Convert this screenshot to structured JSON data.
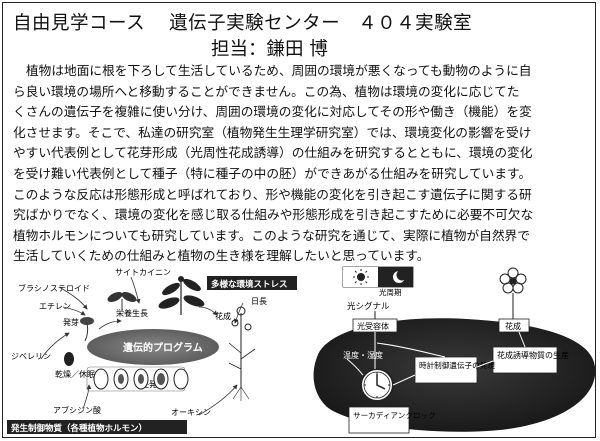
{
  "header": {
    "course": "自由見学コース",
    "center": "遺伝子実験センター",
    "room": "４０４実験室",
    "person": "担当：鎌田 博"
  },
  "paragraph": {
    "lines": [
      "植物は地面に根を下ろして生活しているため、周囲の環境が悪くなっても動物のように自",
      "ら良い環境の場所へと移動することができません。この為、植物は環境の変化に応じてた",
      "くさんの遺伝子を複雑に使い分け、周囲の環境の変化に対応してその形や働き（機能）を変",
      "化させます。そこで、私達の研究室（植物発生生理学研究室）では、環境変化の影響を受け",
      "やすい代表例として花芽形成（光周性花成誘導）の仕組みを研究するとともに、環境の変化",
      "を受け難い代表例として種子（特に種子の中の胚）ができあがる仕組みを研究しています。",
      "このような反応は形態形成と呼ばれており、形や機能の変化を引き起こす遺伝子に関する研",
      "究ばかりでなく、環境の変化を感じ取る仕組みや形態形成を引き起こすために必要不可欠な",
      "植物ホルモンについても研究しています。このような研究を通じて、実際に植物が自然界で",
      "生活していくための仕組みと植物の生き様を理解したいと思っています。"
    ]
  },
  "left_figure": {
    "labels": {
      "brassino": "ブラシノステロイド",
      "cytokinin": "サイトカイニン",
      "ethylene": "エチレン",
      "germination": "発芽",
      "growth": "栄養生長",
      "stress": "多様な環境ストレス",
      "daylength": "日長",
      "flowering": "花成",
      "gibberellin": "ジベレリン",
      "program": "遺伝的プログラム",
      "dry_dormancy": "乾燥／休眠",
      "embryo": "胚発生",
      "aba": "アブシジン酸",
      "auxin": "オーキシン",
      "caption": "発生制御物質（各種植物ホルモン）"
    }
  },
  "right_figure": {
    "labels": {
      "photoperiod": "光周期",
      "light_signal": "光シグナル",
      "photoreceptor": "光受容体",
      "temperature": "温度・湿度",
      "clock_gene": "時計制御遺伝子の発現",
      "circadian": "サーカディアンクロック",
      "flowering": "花成",
      "florigen": "花成誘導物質の生産"
    }
  }
}
